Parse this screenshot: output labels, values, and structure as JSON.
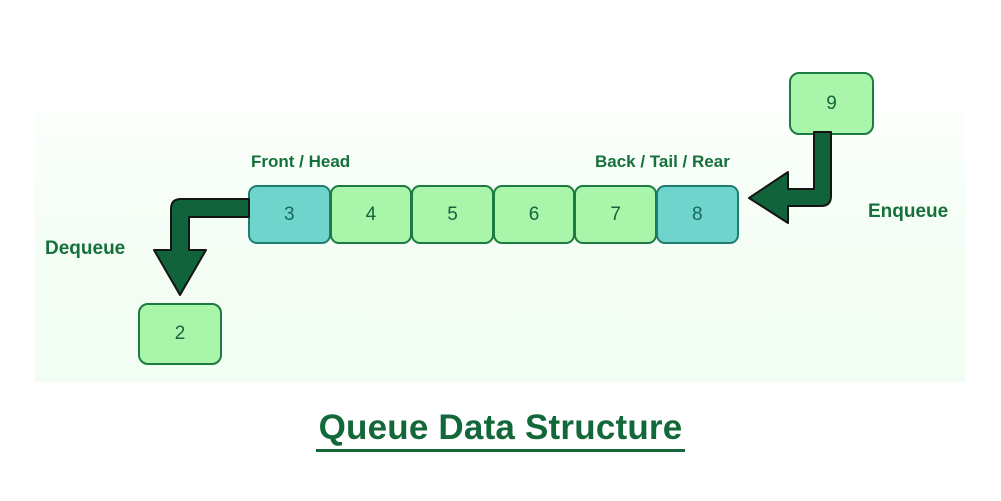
{
  "title": "Queue Data Structure",
  "panel": {
    "background_color": "#f4fdf5"
  },
  "palette": {
    "cell_fill": "#a9f5a9",
    "cell_accent_fill": "#6fd5cc",
    "cell_border": "#1d7a42",
    "accent_border": "#1f7d6f",
    "text_green": "#14663c",
    "label_green": "#15703c",
    "arrow_green": "#10633a",
    "arrow_outline": "#1a1a1a"
  },
  "queue": {
    "labels": {
      "front": "Front / Head",
      "back": "Back / Tail / Rear"
    },
    "cells": [
      {
        "value": "3",
        "accent": true
      },
      {
        "value": "4",
        "accent": false
      },
      {
        "value": "5",
        "accent": false
      },
      {
        "value": "6",
        "accent": false
      },
      {
        "value": "7",
        "accent": false
      },
      {
        "value": "8",
        "accent": true
      }
    ]
  },
  "operations": {
    "enqueue": {
      "label": "Enqueue",
      "value": "9",
      "arrow_icon": "elbow-arrow-down-left-icon",
      "direction": "into-back"
    },
    "dequeue": {
      "label": "Dequeue",
      "value": "2",
      "arrow_icon": "elbow-arrow-left-down-icon",
      "direction": "out-of-front"
    }
  }
}
